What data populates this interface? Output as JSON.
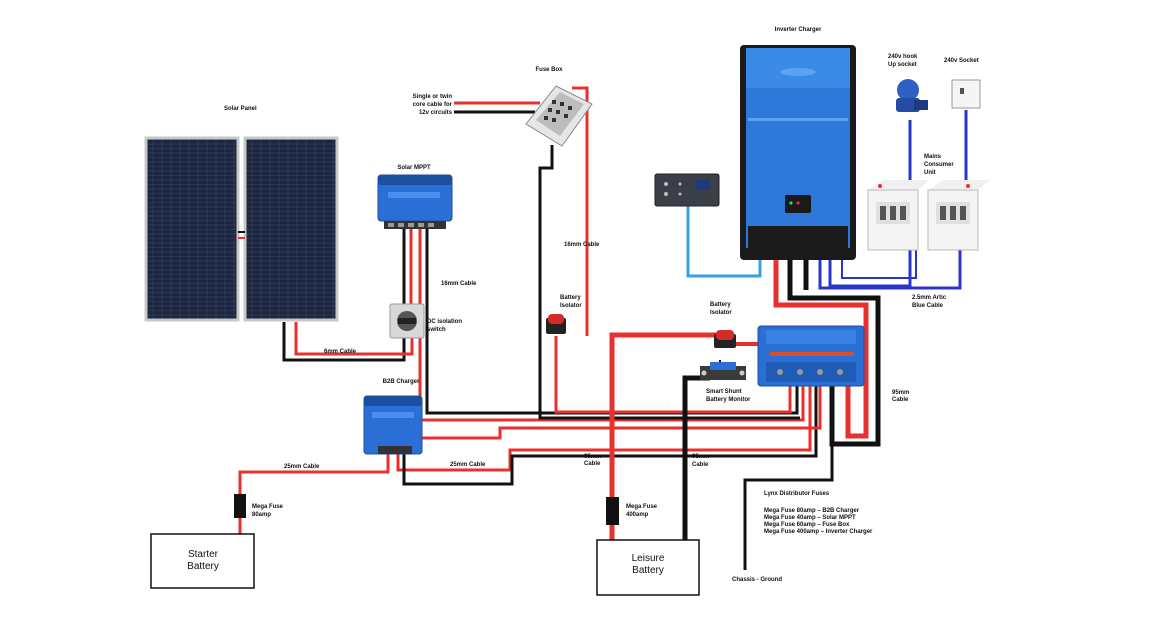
{
  "components": {
    "solar_panel": "Solar Panel",
    "solar_mppt": "Solar MPPT",
    "fuse_box": "Fuse Box",
    "inverter_charger": "Inverter Charger",
    "hookup_socket_l1": "240v hook",
    "hookup_socket_l2": "Up socket",
    "socket_240v": "240v Socket",
    "consumer_unit_l1": "Mains",
    "consumer_unit_l2": "Consumer",
    "consumer_unit_l3": "Unit",
    "dc_isolation_l1": "DC isolation",
    "dc_isolation_l2": "switch",
    "battery_isolator_1_l1": "Battery",
    "battery_isolator_1_l2": "Isolator",
    "battery_isolator_2_l1": "Battery",
    "battery_isolator_2_l2": "Isolator",
    "smart_shunt_l1": "Smart Shunt",
    "smart_shunt_l2": "Battery Monitor",
    "b2b_charger": "B2B Charger",
    "mega_fuse_80_l1": "Mega Fuse",
    "mega_fuse_80_l2": "80amp",
    "mega_fuse_400_l1": "Mega Fuse",
    "mega_fuse_400_l2": "400amp",
    "starter_battery_l1": "Starter",
    "starter_battery_l2": "Battery",
    "leisure_battery_l1": "Leisure",
    "leisure_battery_l2": "Battery",
    "chassis_ground": "Chassis - Ground"
  },
  "cables": {
    "circuits_l1": "Single or twin",
    "circuits_l2": "core cable for",
    "circuits_l3": "12v circuits",
    "mm16_a": "16mm Cable",
    "mm16_b": "16mm Cable",
    "mm6": "6mm Cable",
    "mm25_a": "25mm Cable",
    "mm25_b": "25mm Cable",
    "mm95_a_l1": "95mm",
    "mm95_a_l2": "Cable",
    "mm95_b_l1": "95mm",
    "mm95_b_l2": "Cable",
    "mm95_c_l1": "95mm",
    "mm95_c_l2": "Cable",
    "arctic_l1": "2.5mm Artic",
    "arctic_l2": "Blue Cable"
  },
  "lynx": {
    "title": "Lynx Distributor Fuses",
    "fuses": [
      "Mega Fuse   80amp  – B2B Charger",
      "Mega Fuse   40amp  – Solar MPPT",
      "Mega Fuse   60amp  – Fuse Box",
      "Mega Fuse 400amp  – Inverter Charger"
    ]
  },
  "colors": {
    "positive": "#e8302e",
    "negative": "#111111",
    "ac": "#2a36c8",
    "comms": "#3aa0e0",
    "victron_blue": "#2a6fd6"
  }
}
